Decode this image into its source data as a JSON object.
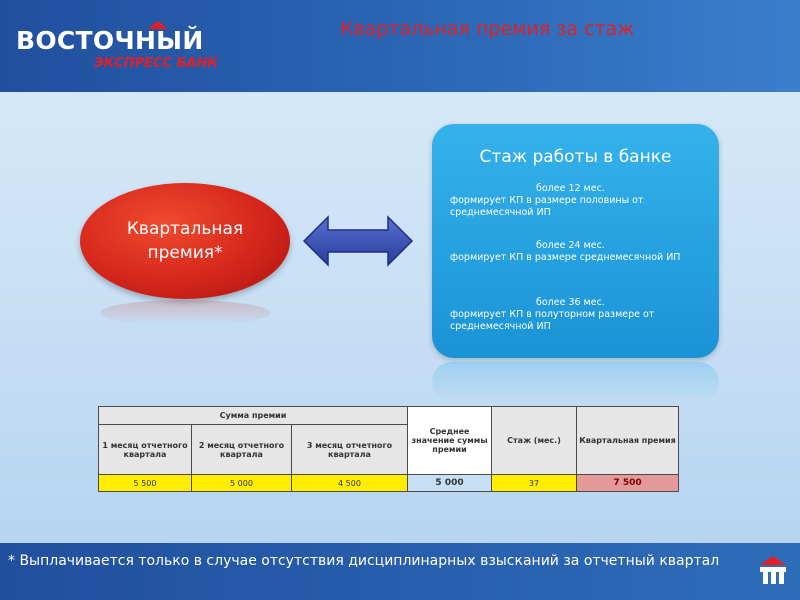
{
  "header": {
    "logo_main": "ВОСТОЧНЫЙ",
    "logo_sub": "ЭКСПРЕСС БАНК",
    "title": "Квартальная премия за стаж"
  },
  "ellipse": {
    "text": "Квартальная премия*"
  },
  "box": {
    "title": "Стаж работы в банке",
    "blocks": [
      {
        "head": "более 12 мес.",
        "body": "формирует КП в размере половины от среднемесячной ИП"
      },
      {
        "head": "более 24 мес.",
        "body": "формирует КП в размере среднемесячной ИП"
      },
      {
        "head": "более  36 мес.",
        "body": "формирует КП в полуторном размере от среднемесячной ИП"
      }
    ]
  },
  "table": {
    "group_header": "Сумма премии",
    "month_headers": [
      "1 месяц отчетного квартала",
      "2 месяц отчетного квартала",
      "3 месяц отчетного квартала"
    ],
    "avg_header": "Среднее значение суммы премии",
    "tenure_header": "Стаж (мес.)",
    "quarterly_header": "Квартальная премия",
    "values": {
      "m1": "5 500",
      "m2": "5 000",
      "m3": "4 500",
      "avg": "5 000",
      "tenure": "37",
      "quarterly": "7 500"
    }
  },
  "footer": {
    "note": "* Выплачивается только в случае отсутствия дисциплинарных взысканий за отчетный квартал"
  },
  "colors": {
    "brand_blue": "#214f9e",
    "brand_red": "#e31f26",
    "box_blue": "#1a93d6",
    "yellow": "#ffee00"
  }
}
